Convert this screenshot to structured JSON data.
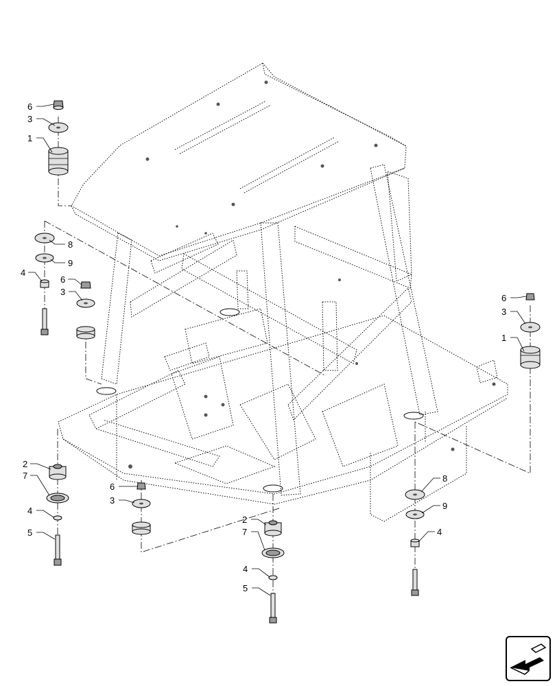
{
  "diagram": {
    "callouts": [
      {
        "id": "c1",
        "text": "6"
      },
      {
        "id": "c2",
        "text": "3"
      },
      {
        "id": "c3",
        "text": "1"
      },
      {
        "id": "c4",
        "text": "8"
      },
      {
        "id": "c5",
        "text": "9"
      },
      {
        "id": "c6",
        "text": "4"
      },
      {
        "id": "c7",
        "text": "6"
      },
      {
        "id": "c8",
        "text": "3"
      },
      {
        "id": "c9",
        "text": "6"
      },
      {
        "id": "c10",
        "text": "3"
      },
      {
        "id": "c11",
        "text": "1"
      },
      {
        "id": "c12",
        "text": "2"
      },
      {
        "id": "c13",
        "text": "7"
      },
      {
        "id": "c14",
        "text": "4"
      },
      {
        "id": "c15",
        "text": "5"
      },
      {
        "id": "c16",
        "text": "6"
      },
      {
        "id": "c17",
        "text": "3"
      },
      {
        "id": "c18",
        "text": "2"
      },
      {
        "id": "c19",
        "text": "7"
      },
      {
        "id": "c20",
        "text": "4"
      },
      {
        "id": "c21",
        "text": "5"
      },
      {
        "id": "c22",
        "text": "8"
      },
      {
        "id": "c23",
        "text": "9"
      },
      {
        "id": "c24",
        "text": "4"
      }
    ]
  },
  "icons": {
    "nav": "return-arrow-icon"
  }
}
